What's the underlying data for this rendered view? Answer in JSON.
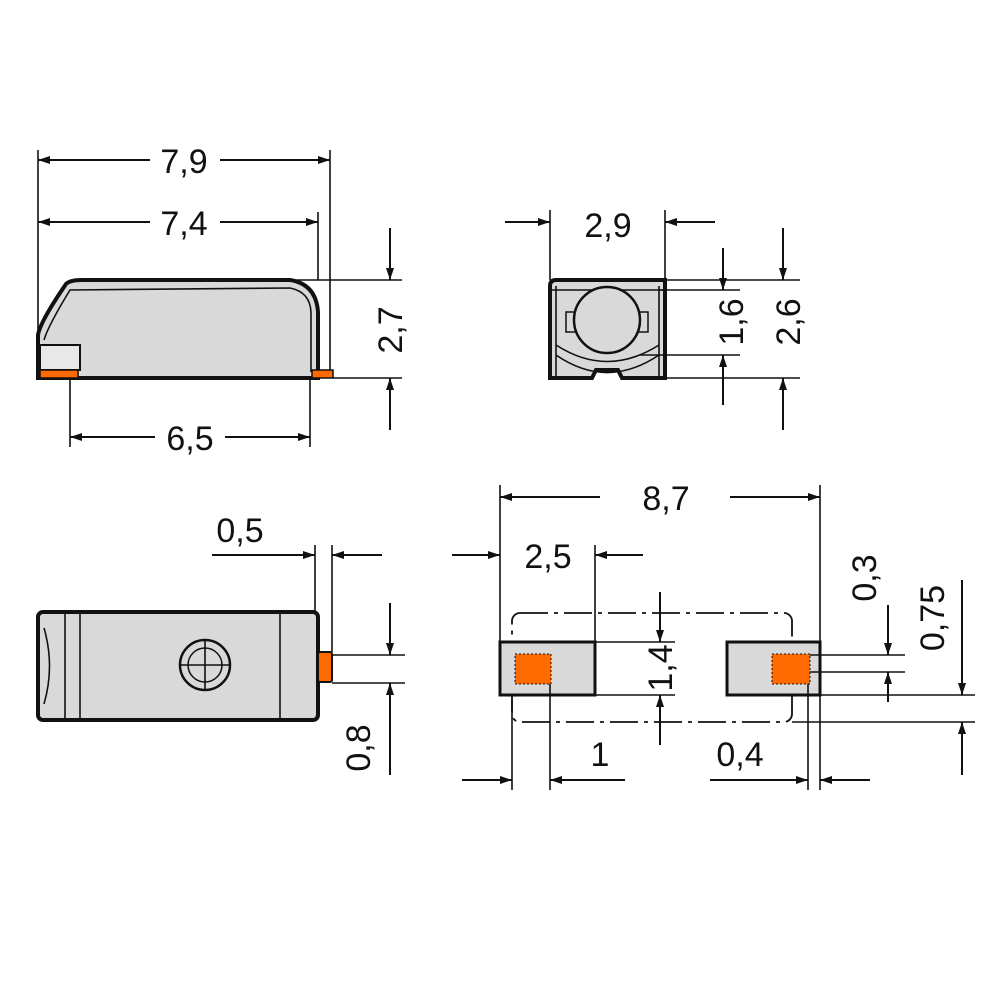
{
  "drawing": {
    "colors": {
      "body": "#d9d9d9",
      "contact": "#ff6a00",
      "line": "#111111"
    },
    "side_view": {
      "overall_length": "7,9",
      "body_length": "7,4",
      "pin_pitch": "6,5",
      "height": "2,7"
    },
    "front_view": {
      "width": "2,9",
      "opening_height": "1,6",
      "height": "2,6"
    },
    "bottom_view": {
      "pin_length": "0,5",
      "pin_width": "0,8"
    },
    "footprint": {
      "overall": "8,7",
      "pad_length": "2,5",
      "pad_width": "1,4",
      "offset_left": "1",
      "offset_right": "0,4",
      "pin_offset": "0,3",
      "outline_offset": "0,75"
    }
  }
}
